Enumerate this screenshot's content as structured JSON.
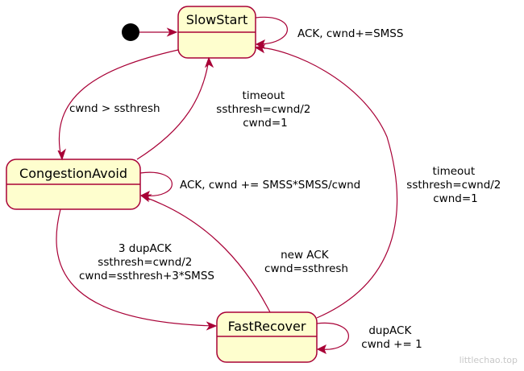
{
  "diagram": {
    "states": {
      "slow_start": "SlowStart",
      "congestion_avoid": "CongestionAvoid",
      "fast_recover": "FastRecover"
    },
    "transitions": {
      "ss_self": [
        "ACK, cwnd+=SMSS"
      ],
      "ss_to_ca": [
        "cwnd > ssthresh"
      ],
      "ca_to_ss": [
        "timeout",
        "ssthresh=cwnd/2",
        "cwnd=1"
      ],
      "ca_self": [
        "ACK, cwnd += SMSS*SMSS/cwnd"
      ],
      "ca_to_fr": [
        "3 dupACK",
        "ssthresh=cwnd/2",
        "cwnd=ssthresh+3*SMSS"
      ],
      "fr_to_ca": [
        "new ACK",
        "cwnd=ssthresh"
      ],
      "fr_to_ss": [
        "timeout",
        "ssthresh=cwnd/2",
        "cwnd=1"
      ],
      "fr_self": [
        "dupACK",
        "cwnd += 1"
      ]
    },
    "watermark": "littlechao.top",
    "colors": {
      "state_fill": "#fefece",
      "border": "#a80036"
    }
  }
}
